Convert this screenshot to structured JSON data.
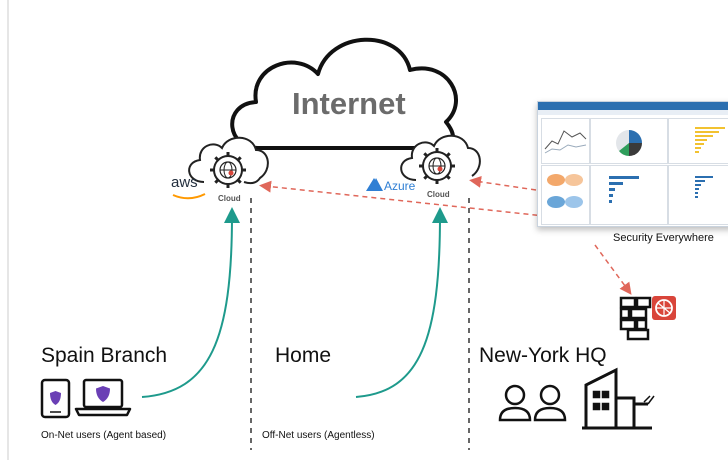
{
  "internet": {
    "label": "Internet"
  },
  "clouds": {
    "aws": {
      "provider": "aws",
      "tag": "Cloud"
    },
    "azure": {
      "provider": "Azure",
      "tag": "Cloud"
    }
  },
  "dashboard": {
    "title": "Security Everywhere"
  },
  "sites": {
    "spain": {
      "name": "Spain Branch",
      "caption": "On-Net users (Agent based)"
    },
    "home": {
      "name": "Home",
      "caption": "Off-Net users (Agentless)"
    },
    "hq": {
      "name": "New-York HQ"
    }
  },
  "colors": {
    "teal_arrow": "#1e9a8c",
    "red_dashed": "#e0675a",
    "shield": "#6a3fb5",
    "firewall_red": "#d9453a",
    "dashboard_blue": "#2b6fb0"
  },
  "icons": [
    "cloud-icon",
    "gear-globe-icon",
    "aws-logo",
    "azure-logo",
    "tablet-icon",
    "laptop-icon",
    "shield-icon",
    "users-icon",
    "building-icon",
    "firewall-icon"
  ]
}
